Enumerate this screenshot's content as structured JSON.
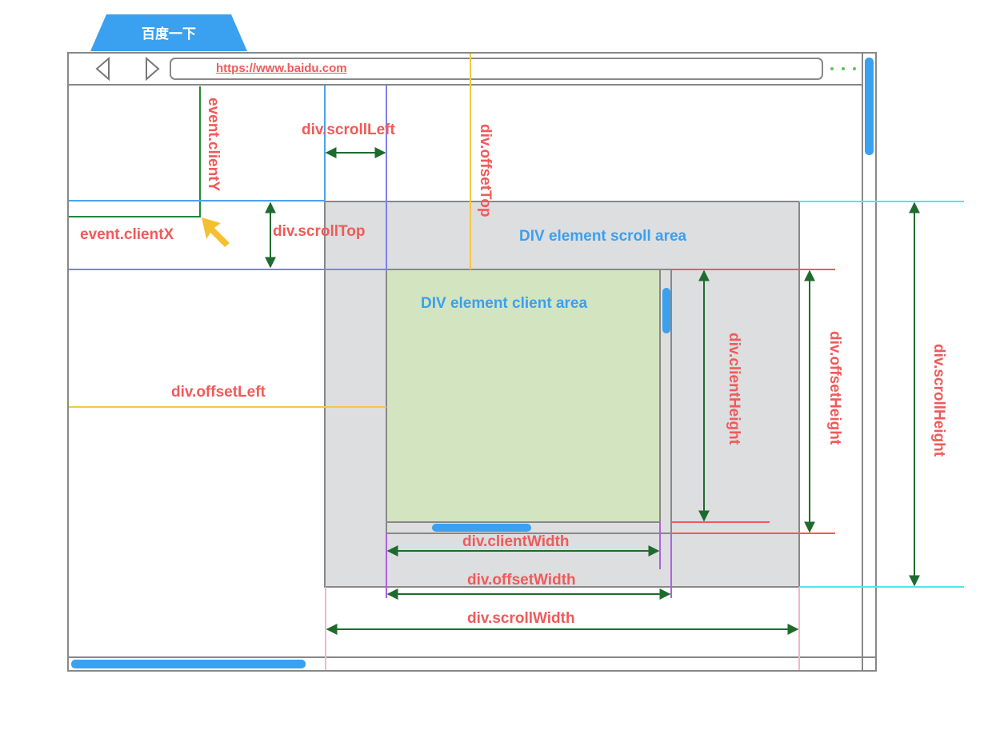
{
  "browser": {
    "tab_title": "百度一下",
    "url": "https://www.baidu.com",
    "more_menu": "···",
    "icons": [
      "back-arrow-icon",
      "forward-arrow-icon",
      "more-dots-icon",
      "mouse-cursor-icon"
    ]
  },
  "areas": {
    "scroll_area": "DIV element scroll area",
    "client_area": "DIV element client area"
  },
  "labels": {
    "client_y": "event.clientY",
    "client_x": "event.clientX",
    "scroll_left": "div.scrollLeft",
    "scroll_top": "div.scrollTop",
    "offset_top": "div.offsetTop",
    "offset_left": "div.offsetLeft",
    "client_height": "div.clientHeight",
    "offset_height": "div.offsetHeight",
    "scroll_height": "div.scrollHeight",
    "client_width": "div.clientWidth",
    "offset_width": "div.offsetWidth",
    "scroll_width": "div.scrollWidth"
  },
  "colors": {
    "label": "#f05a5a",
    "area_label": "#3aa0f0",
    "tab": "#3aa0f0",
    "scroll_area_fill": "#dcdee0",
    "client_area_fill": "#d3e4c0",
    "arrow": "#1e6b2e",
    "yellow_line": "#f5c842",
    "cyan_line": "#4de8e8"
  }
}
